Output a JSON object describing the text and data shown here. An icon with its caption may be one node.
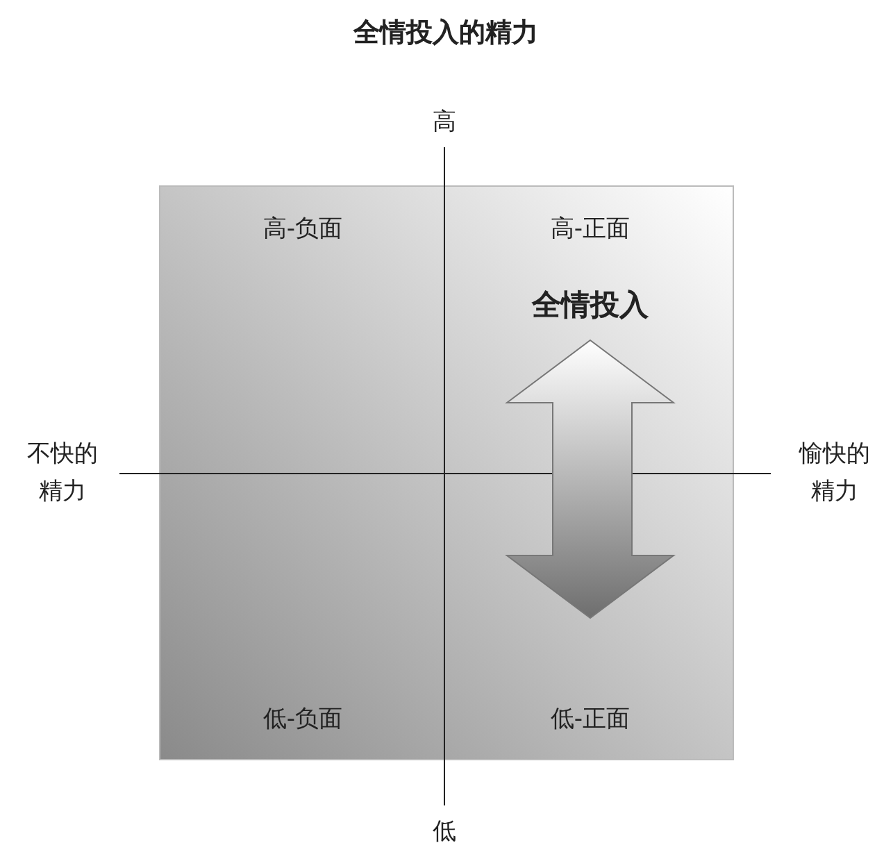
{
  "diagram": {
    "title": "全情投入的精力",
    "labels": [
      "高",
      "高-负面",
      "高-正面",
      "全情投入",
      "不快的精力",
      "愉快的精力",
      "低-负面",
      "低-正面",
      "低"
    ]
  }
}
